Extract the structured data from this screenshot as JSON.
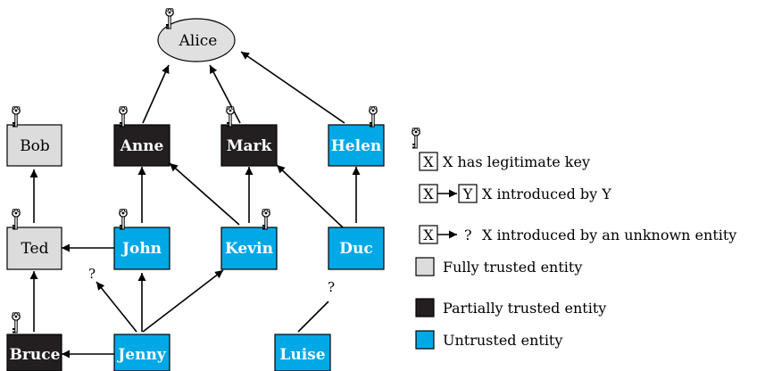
{
  "colors": {
    "fully_trusted": "#dcdcdc",
    "partially_trusted": "#231f20",
    "untrusted": "#00a8e6",
    "root": "#e0e0e0",
    "line": "#000000"
  },
  "nodes": {
    "alice": {
      "label": "Alice",
      "trust": "root",
      "has_key": true
    },
    "bob": {
      "label": "Bob",
      "trust": "fully_trusted",
      "has_key": true
    },
    "ted": {
      "label": "Ted",
      "trust": "fully_trusted",
      "has_key": true
    },
    "bruce": {
      "label": "Bruce",
      "trust": "partially_trusted",
      "has_key": true
    },
    "anne": {
      "label": "Anne",
      "trust": "partially_trusted",
      "has_key": true
    },
    "mark": {
      "label": "Mark",
      "trust": "partially_trusted",
      "has_key": true
    },
    "helen": {
      "label": "Helen",
      "trust": "untrusted",
      "has_key": true
    },
    "john": {
      "label": "John",
      "trust": "untrusted",
      "has_key": true
    },
    "kevin": {
      "label": "Kevin",
      "trust": "untrusted",
      "has_key": true
    },
    "duc": {
      "label": "Duc",
      "trust": "untrusted",
      "has_key": false
    },
    "jenny": {
      "label": "Jenny",
      "trust": "untrusted",
      "has_key": false
    },
    "luise": {
      "label": "Luise",
      "trust": "untrusted",
      "has_key": false
    }
  },
  "unknown_mark": "?",
  "legend": {
    "box_letter_x": "X",
    "box_letter_y": "Y",
    "question_mark": "?",
    "legitimate_key": "X has legitimate key",
    "introduced_by": "X introduced by Y",
    "introduced_by_unknown": "X introduced by an unknown entity",
    "fully_trusted": "Fully trusted entity",
    "partially_trusted": "Partially trusted entity",
    "untrusted": "Untrusted entity"
  }
}
